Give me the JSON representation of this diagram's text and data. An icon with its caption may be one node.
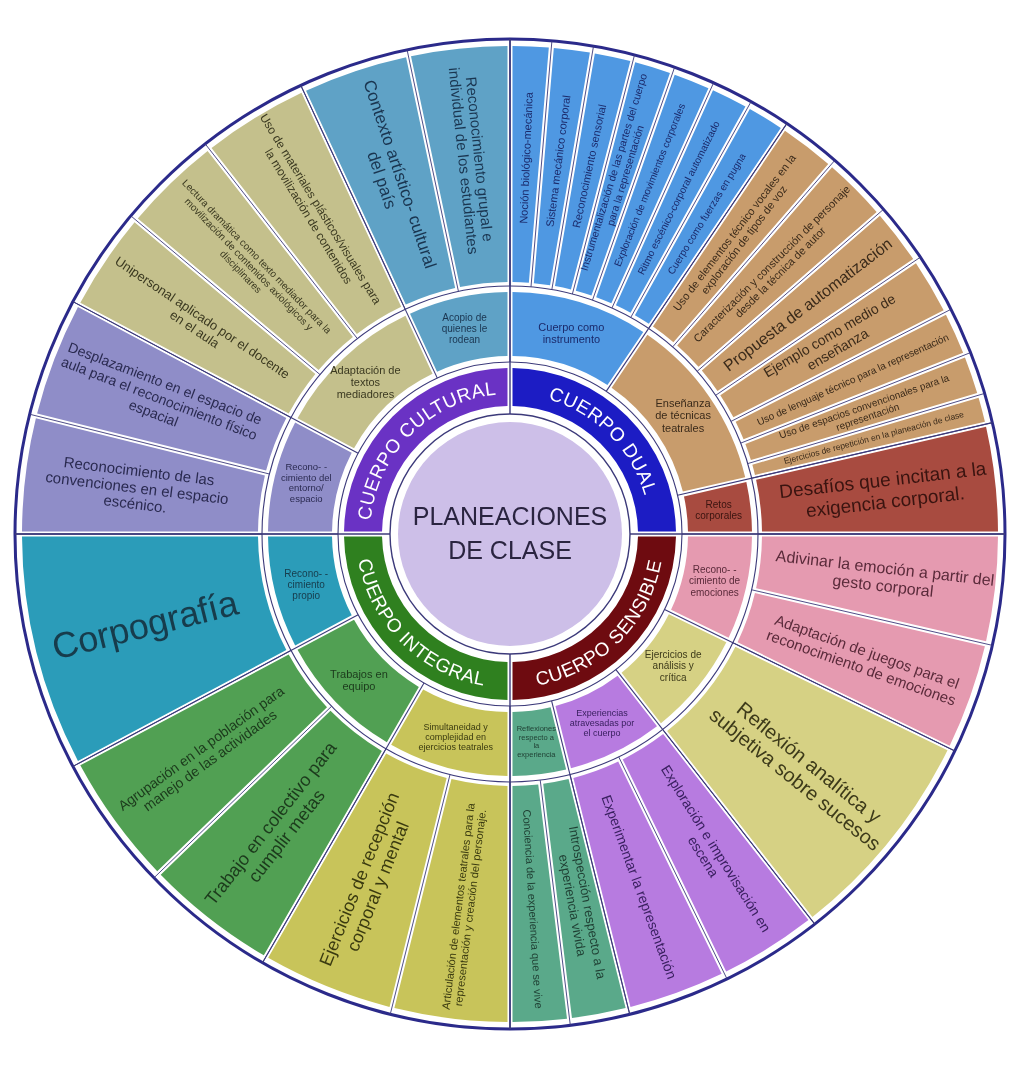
{
  "diagram": {
    "nodes": [
      {
        "text": [
          "PLANEACIONES DE CLASE"
        ]
      },
      {
        "text": [
          "CUERPO CULTURAL"
        ]
      },
      {
        "text": [
          "CUERPO DUAL"
        ]
      },
      {
        "text": [
          "CUERPO SENSIBLE"
        ]
      },
      {
        "text": [
          "CUERPO INTEGRAL"
        ]
      },
      {
        "text": [
          "Cuerpo como instrumento"
        ]
      },
      {
        "text": [
          "Enseñanza de técnicas teatrales"
        ]
      },
      {
        "text": [
          "Retos corporales"
        ]
      },
      {
        "text": [
          "Recono- -cimiento de emociones"
        ]
      },
      {
        "text": [
          "Ejercicios de análisis y crítica"
        ]
      },
      {
        "text": [
          "Experiencias atravesadas por el cuerpo"
        ]
      },
      {
        "text": [
          "Reflexiones respecto a la experiencia"
        ]
      },
      {
        "text": [
          "Simultaneidad y complejidad en ejercicios teatrales"
        ]
      },
      {
        "text": [
          "Trabajos en equipo"
        ]
      },
      {
        "text": [
          "Recono- -cimiento propio"
        ]
      },
      {
        "text": [
          "Recono- -cimiento del entorno/ espacio"
        ]
      },
      {
        "text": [
          "Adaptación de textos mediadores"
        ]
      },
      {
        "text": [
          "Acopio de quienes le rodean"
        ]
      },
      {
        "text": [
          "Noción biológico-mecánica"
        ]
      },
      {
        "text": [
          "Sistema mecánico corporal"
        ]
      },
      {
        "text": [
          "Reconocimiento sensorial"
        ]
      },
      {
        "text": [
          "Instrumentalización de las partes del cuerpo para la representación"
        ]
      },
      {
        "text": [
          "Exploración de movimientos corporales"
        ]
      },
      {
        "text": [
          "Ritmo escénico-corporal automatizado"
        ]
      },
      {
        "text": [
          "Cuerpo como fuerzas en pugna"
        ]
      },
      {
        "text": [
          "Uso de elementos técnico vocales en la exploración de tipos de voz"
        ]
      },
      {
        "text": [
          "Caracterización y construcción de personaje desde la técnica de autor"
        ]
      },
      {
        "text": [
          "Propuesta de automatización"
        ]
      },
      {
        "text": [
          "Ejemplo como medio de enseñanza"
        ]
      },
      {
        "text": [
          "Uso de lenguaje técnico para la representación"
        ]
      },
      {
        "text": [
          "Uso de espacios convencionales para la representación"
        ]
      },
      {
        "text": [
          "Ejercicios de repetición en la planeación de clase"
        ]
      },
      {
        "text": [
          "Desafíos que incitan a la exigencia corporal."
        ]
      },
      {
        "text": [
          "Adivinar la emoción a partir del gesto corporal"
        ]
      },
      {
        "text": [
          "Adaptación de juegos para el reconocimiento de emociones"
        ]
      },
      {
        "text": [
          "Reflexión analítica y subjetiva sobre sucesos"
        ]
      },
      {
        "text": [
          "Exploración e improvisación en escena"
        ]
      },
      {
        "text": [
          "Experimentar la representación"
        ]
      },
      {
        "text": [
          "Introspección respecto a la experiencia vivida"
        ]
      },
      {
        "text": [
          "Conciencia de la experiencia que se vive"
        ]
      },
      {
        "text": [
          "Articulación de elementos teatrales para la representación y creación del personaje."
        ]
      },
      {
        "text": [
          "Ejercicios de recepción corporal y mental"
        ]
      },
      {
        "text": [
          "Trabajo en colectivo para cumplir metas"
        ]
      },
      {
        "text": [
          "Agrupación en la población para manejo de las actividades"
        ]
      },
      {
        "text": [
          "Corpografía"
        ]
      },
      {
        "text": [
          "Reconocimiento de las convenciones en el espacio escénico."
        ]
      },
      {
        "text": [
          "Desplazamiento en el espacio de aula para el reconocimiento físico espacial"
        ]
      },
      {
        "text": [
          "Unipersonal aplicado por el docente en el aula"
        ]
      },
      {
        "text": [
          "Lectura dramática como texto mediador para la movilización de contenidos axiológicos y disciplinares"
        ]
      },
      {
        "text": [
          "Uso de materiales plásticos/visuales para la movilización de contenidos"
        ]
      },
      {
        "text": [
          "Contexto artístico- cultural del país"
        ]
      },
      {
        "text": [
          "Reconocimiento grupal e individual de los estudiantes"
        ]
      }
    ]
  }
}
